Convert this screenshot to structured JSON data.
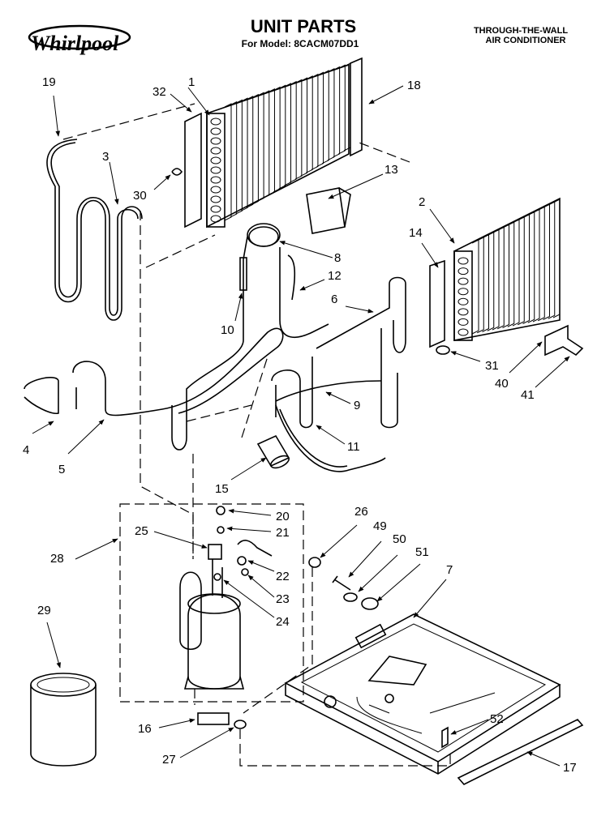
{
  "header": {
    "brand": "Whirlpool",
    "title": "UNIT PARTS",
    "model_line": "For Model: 8CACM07DD1",
    "product_line1": "THROUGH-THE-WALL",
    "product_line2": "AIR CONDITIONER"
  },
  "callouts": {
    "c1": "1",
    "c2": "2",
    "c3": "3",
    "c4": "4",
    "c5": "5",
    "c6": "6",
    "c7": "7",
    "c8": "8",
    "c9": "9",
    "c10": "10",
    "c11": "11",
    "c12": "12",
    "c13": "13",
    "c14": "14",
    "c15": "15",
    "c16": "16",
    "c17": "17",
    "c18": "18",
    "c19": "19",
    "c20": "20",
    "c21": "21",
    "c22": "22",
    "c23": "23",
    "c24": "24",
    "c25": "25",
    "c26": "26",
    "c27": "27",
    "c28": "28",
    "c29": "29",
    "c30": "30",
    "c31": "31",
    "c32": "32",
    "c40": "40",
    "c41": "41",
    "c49": "49",
    "c50": "50",
    "c51": "51",
    "c52": "52"
  },
  "icons": {
    "logo": "whirlpool-swirl-logo"
  }
}
